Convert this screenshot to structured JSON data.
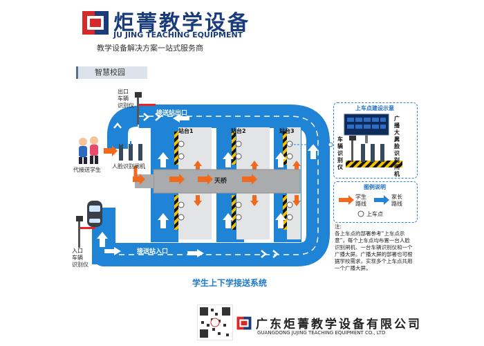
{
  "header": {
    "brand_cn": "炬菁教学设备",
    "brand_en": "JU JING TEACHING EQUIPMENT",
    "slogan": "教学设备解决方案一站式服务商",
    "logo_icon": "jj-logo-icon"
  },
  "diagram": {
    "campus_label": "智慧校园",
    "exit_camera_label": "出口\n车辆\n识别仪",
    "entry_camera_label": "入口\n车辆\n识别仪",
    "exit_road_label": "接送站出口",
    "entry_road_label": "接送站入口",
    "parent_label": "代接送学生",
    "face_gate_label": "人脸识别闸机",
    "bridge_label": "天桥",
    "platforms": [
      "站台1",
      "站台2",
      "站台3"
    ],
    "caption": "学生上下学接送系统"
  },
  "boarding_panel": {
    "title": "上车点建设示意",
    "screen_label": "广播大屏",
    "vehicle_camera_label": "车辆识别仪",
    "face_gate_label": "人脸识别闸机"
  },
  "legend": {
    "title": "图例说明",
    "student_route": "学生路线",
    "parent_route": "家长路线",
    "boarding_point": "上车点"
  },
  "note": {
    "title": "注:",
    "text": "各上车点的部署参考“上车点示意”，每个上车点均布置一台人脸识别闸机、一台车辆识别仪和一个广播大屏。广播大屏的部署也可根据学校需求，实现多个上车点共用一个广播大屏。"
  },
  "footer": {
    "company_cn": "广东炬菁教学设备有限公司",
    "company_en": "GUANGDONG JUJING TEACHING EQUIPMENT CO., LTD"
  },
  "colors": {
    "road": "#1f84d6",
    "road_edge": "#ffffff",
    "student_arrow": "#f06a1e",
    "bridge": "#a9abad",
    "brand": "#1a3c7a",
    "logo_red": "#d42a2a"
  }
}
